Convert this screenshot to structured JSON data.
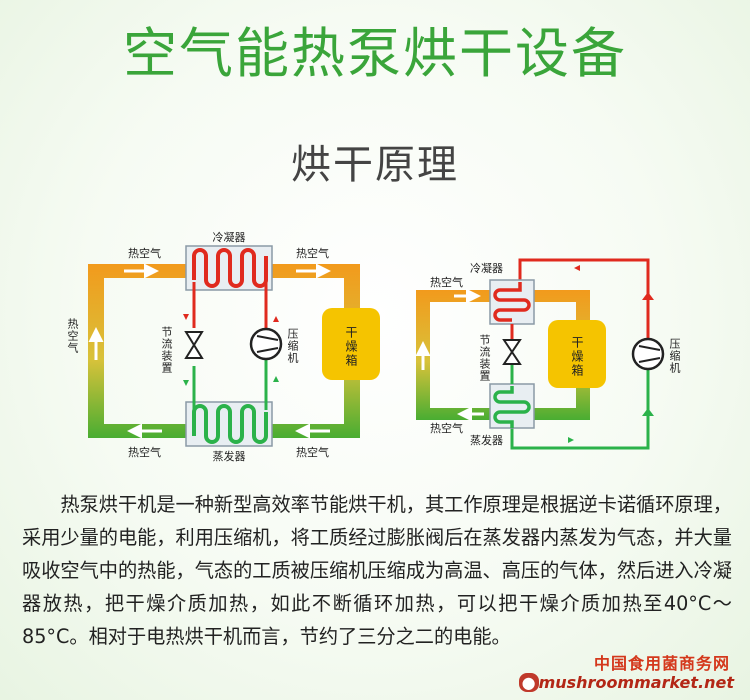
{
  "title": "空气能热泵烘干设备",
  "subtitle": "烘干原理",
  "left_diagram": {
    "condenser": "冷凝器",
    "evaporator": "蒸发器",
    "hot_air_top_left": "热空气",
    "hot_air_top_right": "热空气",
    "hot_air_side": "热空气",
    "hot_air_bottom_left": "热空气",
    "hot_air_bottom_right": "热空气",
    "throttle": "节流装置",
    "compressor": "压缩机",
    "dry_box": "干燥箱"
  },
  "right_diagram": {
    "condenser": "冷凝器",
    "evaporator": "蒸发器",
    "hot_air_top": "热空气",
    "hot_air_bottom": "热空气",
    "throttle": "节流装置",
    "compressor": "压缩机",
    "dry_box": "干燥箱"
  },
  "description": "热泵烘干机是一种新型高效率节能烘干机，其工作原理是根据逆卡诺循环原理，采用少量的电能，利用压缩机，将工质经过膨胀阀后在蒸发器内蒸发为气态，并大量吸收空气中的热能，气态的工质被压缩机压缩成为高温、高压的气体，然后进入冷凝器放热，把干燥介质加热，如此不断循环加热，可以把干燥介质加热至40°C～85°C。相对于电热烘干机而言，节约了三分之二的电能。",
  "watermark": {
    "line1": "中国食用菌商务网",
    "line2": "mushroommarket.net"
  },
  "colors": {
    "accent": "#3aa53a",
    "hot_pipe": "#e02a1e",
    "cold_pipe": "#2bb24a",
    "dry_box": "#f5c400"
  }
}
